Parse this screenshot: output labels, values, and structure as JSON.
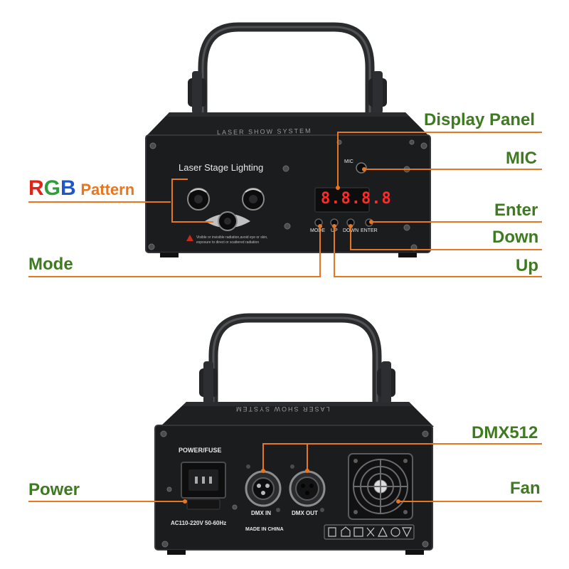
{
  "front": {
    "brand_text": "Laser Stage Lighting",
    "top_strip_text": "LASER SHOW SYSTEM",
    "display_digits": "8.8.8.8",
    "mic_label": "MIC",
    "button_labels": [
      "MODE",
      "UP",
      "DOWN",
      "ENTER"
    ],
    "warning_text": [
      "Visible or invisible radiation,avoid eye or skin,",
      "exposure to direct or scattered radiation"
    ]
  },
  "rear": {
    "power_fuse_label": "POWER/FUSE",
    "voltage_label": "AC110-220V 50-60Hz",
    "dmx_in_label": "DMX IN",
    "dmx_out_label": "DMX OUT",
    "made_in_label": "MADE IN CHINA",
    "top_strip_text": "LASER SHOW SYSTEM"
  },
  "callouts": {
    "display_panel": "Display Panel",
    "mic": "MIC",
    "rgb_r": "R",
    "rgb_g": "G",
    "rgb_b": "B",
    "pattern": "Pattern",
    "enter": "Enter",
    "down": "Down",
    "mode": "Mode",
    "up": "Up",
    "dmx512": "DMX512",
    "power": "Power",
    "fan": "Fan"
  },
  "colors": {
    "callout_text": "#3e7a1f",
    "leader_line": "#e8761e",
    "rgb_red": "#e2231a",
    "rgb_green": "#2e9e3a",
    "rgb_blue": "#1f57c6",
    "pattern_orange": "#e8761e",
    "display_red": "#ff2a2a",
    "housing": "#1b1c1e"
  }
}
